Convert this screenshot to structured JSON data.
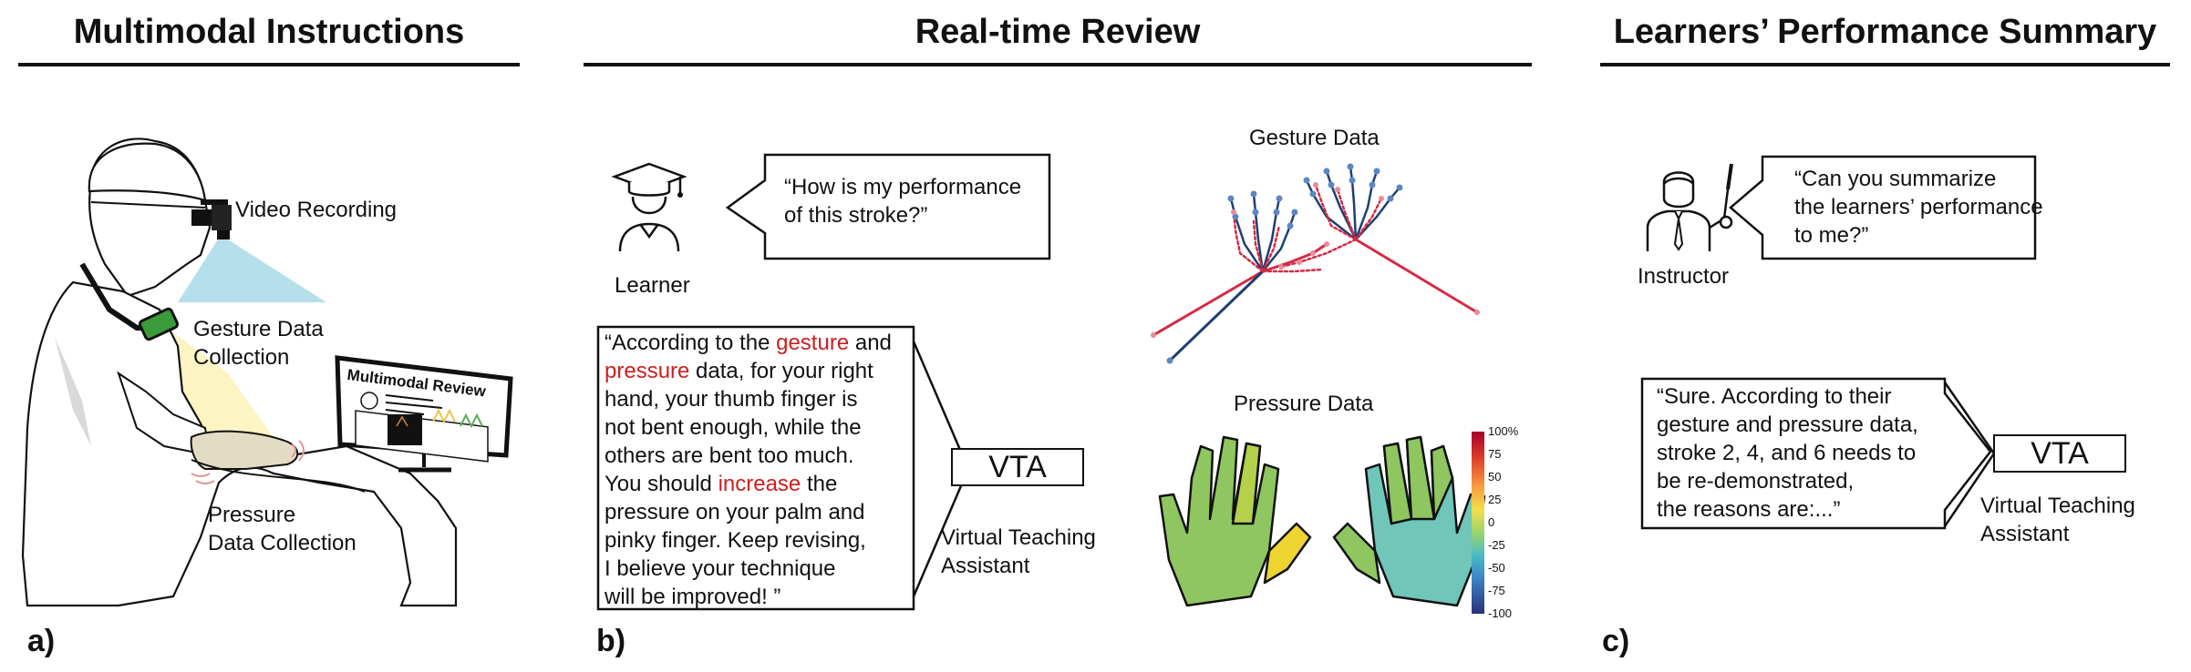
{
  "panels": {
    "a": {
      "title": "Multimodal Instructions",
      "label": "a)",
      "video_label": "Video Recording",
      "gesture_label": [
        "Gesture Data",
        "Collection"
      ],
      "pressure_label": [
        "Pressure",
        "Data Collection"
      ],
      "monitor_title": "Multimodal Review"
    },
    "b": {
      "title": "Real-time Review",
      "label": "b)",
      "learner_label": "Learner",
      "learner_question": [
        "“How is my performance",
        "of this stroke?”"
      ],
      "response_lines": [
        [
          "“According to the ",
          "gesture",
          " and"
        ],
        [
          "",
          "pressure",
          " data, for your right"
        ],
        [
          "hand, your thumb finger is",
          "",
          ""
        ],
        [
          " not bent enough, while the",
          "",
          ""
        ],
        [
          "others are bent too much.",
          "",
          ""
        ],
        [
          "You should ",
          "increase",
          " the"
        ],
        [
          "pressure on your palm and",
          "",
          ""
        ],
        [
          "pinky finger. Keep revising,",
          "",
          ""
        ],
        [
          "I believe your technique",
          "",
          ""
        ],
        [
          "will be improved! ”",
          "",
          ""
        ]
      ],
      "vta_box": "VTA",
      "vta_label": [
        "Virtual Teaching",
        "Assistant"
      ],
      "gesture_title": "Gesture Data",
      "pressure_title": "Pressure Data",
      "colorbar_ticks": [
        "100%",
        "75",
        "50",
        "25",
        "0",
        "-25",
        "-50",
        "-75",
        "-100"
      ]
    },
    "c": {
      "title": "Learners’ Performance Summary",
      "label": "c)",
      "instructor_label": "Instructor",
      "instructor_question": [
        "“Can you summarize",
        "the learners’ performance",
        "to me?”"
      ],
      "response_lines": [
        "“Sure. According to their",
        "gesture and pressure data,",
        "stroke 2, 4, and 6 needs to",
        "be re-demonstrated,",
        "the reasons are:...”"
      ],
      "vta_box": "VTA",
      "vta_label": [
        "Virtual Teaching",
        "Assistant"
      ]
    }
  },
  "colors": {
    "highlight": "#cc1f1f",
    "camera_beam": "#a8dbe8",
    "gesture_beam": "#fbf2b8",
    "sensor_green": "#3a9b3a",
    "hand_green": "#8fc65f",
    "hand_yellowgreen": "#b5d14b",
    "hand_yellow": "#eed431",
    "hand_teal": "#6fc6b9",
    "skeleton_red": "#d42b45",
    "skeleton_blue": "#1f3f73"
  }
}
